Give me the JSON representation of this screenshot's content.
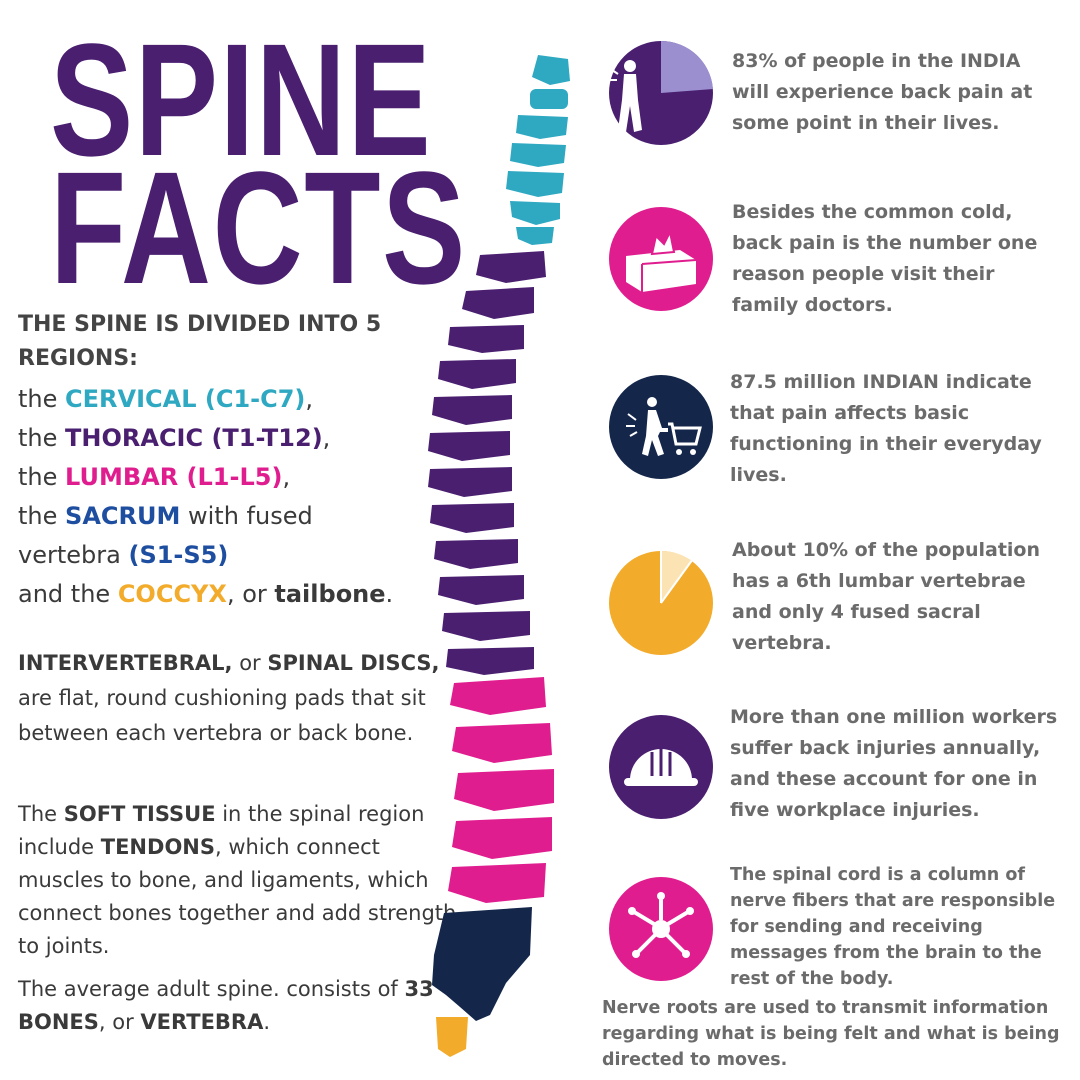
{
  "title": {
    "line1": "SPINE",
    "line2": "FACTS"
  },
  "regions": {
    "heading": "THE SPINE IS DIVIDED INTO 5 REGIONS:",
    "the": "the",
    "and_the": "and the",
    "comma": ",",
    "cervical": "CERVICAL (C1-C7)",
    "thoracic": "THORACIC (T1-T12)",
    "lumbar": "LUMBAR (L1-L5)",
    "sacrum": "SACRUM",
    "with_fused": "with fused",
    "vertebra": "vertebra",
    "sacrum_range": "(S1-S5)",
    "coccyx": "COCCYX",
    "or": ", or",
    "tailbone": "tailbone",
    "period": "."
  },
  "discs": {
    "b1": "INTERVERTEBRAL,",
    "t1": " or ",
    "b2": "SPINAL DISCS,",
    "t2": " are flat, round cushioning pads that sit between each vertebra or back bone."
  },
  "soft": {
    "t1": "The ",
    "b1": "SOFT TISSUE",
    "t2": " in the spinal region include ",
    "b2": "TENDONS",
    "t3": ", which connect muscles to bone, and ligaments, which connect bones together and add strength to joints."
  },
  "bones": {
    "t1": "The average adult spine. consists of ",
    "b1": "33 BONES",
    "t2": ", or ",
    "b2": "VERTEBRA",
    "t3": "."
  },
  "facts": [
    {
      "text": "83% of people in the INDIA will experience back pain at some point in their lives.",
      "icon": "back-pain-pie-icon",
      "percent": 83
    },
    {
      "text": "Besides the common cold, back pain is the number one reason people visit their family doctors.",
      "icon": "tissue-box-icon"
    },
    {
      "text": "87.5 million INDIAN indicate that pain affects basic functioning in their everyday lives.",
      "icon": "shopping-cart-person-icon"
    },
    {
      "text": "About 10% of the population has a 6th lumbar vertebrae and only 4 fused sacral vertebra.",
      "icon": "pie-chart-icon",
      "percent": 10
    },
    {
      "text": "More than one million workers suffer back injuries annually, and these account for one in five workplace injuries.",
      "icon": "hard-hat-icon"
    },
    {
      "text": "The spinal cord is a column of nerve fibers that are responsible for sending and receiving messages from the brain to the rest of the body.",
      "icon": "nerve-cell-icon"
    }
  ],
  "final": "Nerve roots are used to transmit information regarding what is being felt and what is being directed to moves.",
  "colors": {
    "purple": "#4a1f70",
    "cervical": "#2fa8c2",
    "lumbar": "#e01d8f",
    "sacrum": "#1e4ea0",
    "navy": "#14264a",
    "coccyx": "#f2ab2a"
  }
}
